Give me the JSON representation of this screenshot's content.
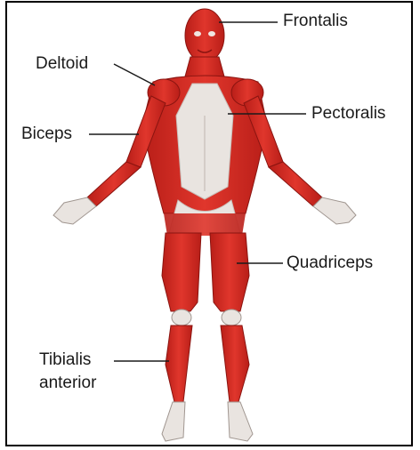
{
  "labels": {
    "frontalis": "Frontalis",
    "deltoid": "Deltoid",
    "biceps": "Biceps",
    "pectoralis": "Pectoralis",
    "quadriceps": "Quadriceps",
    "tibialis_line1": "Tibialis",
    "tibialis_line2": "anterior"
  },
  "colors": {
    "muscle": "#d42a22",
    "muscle_dark": "#a51a15",
    "tendon": "#e9e4e0",
    "outline": "#8a1410"
  }
}
